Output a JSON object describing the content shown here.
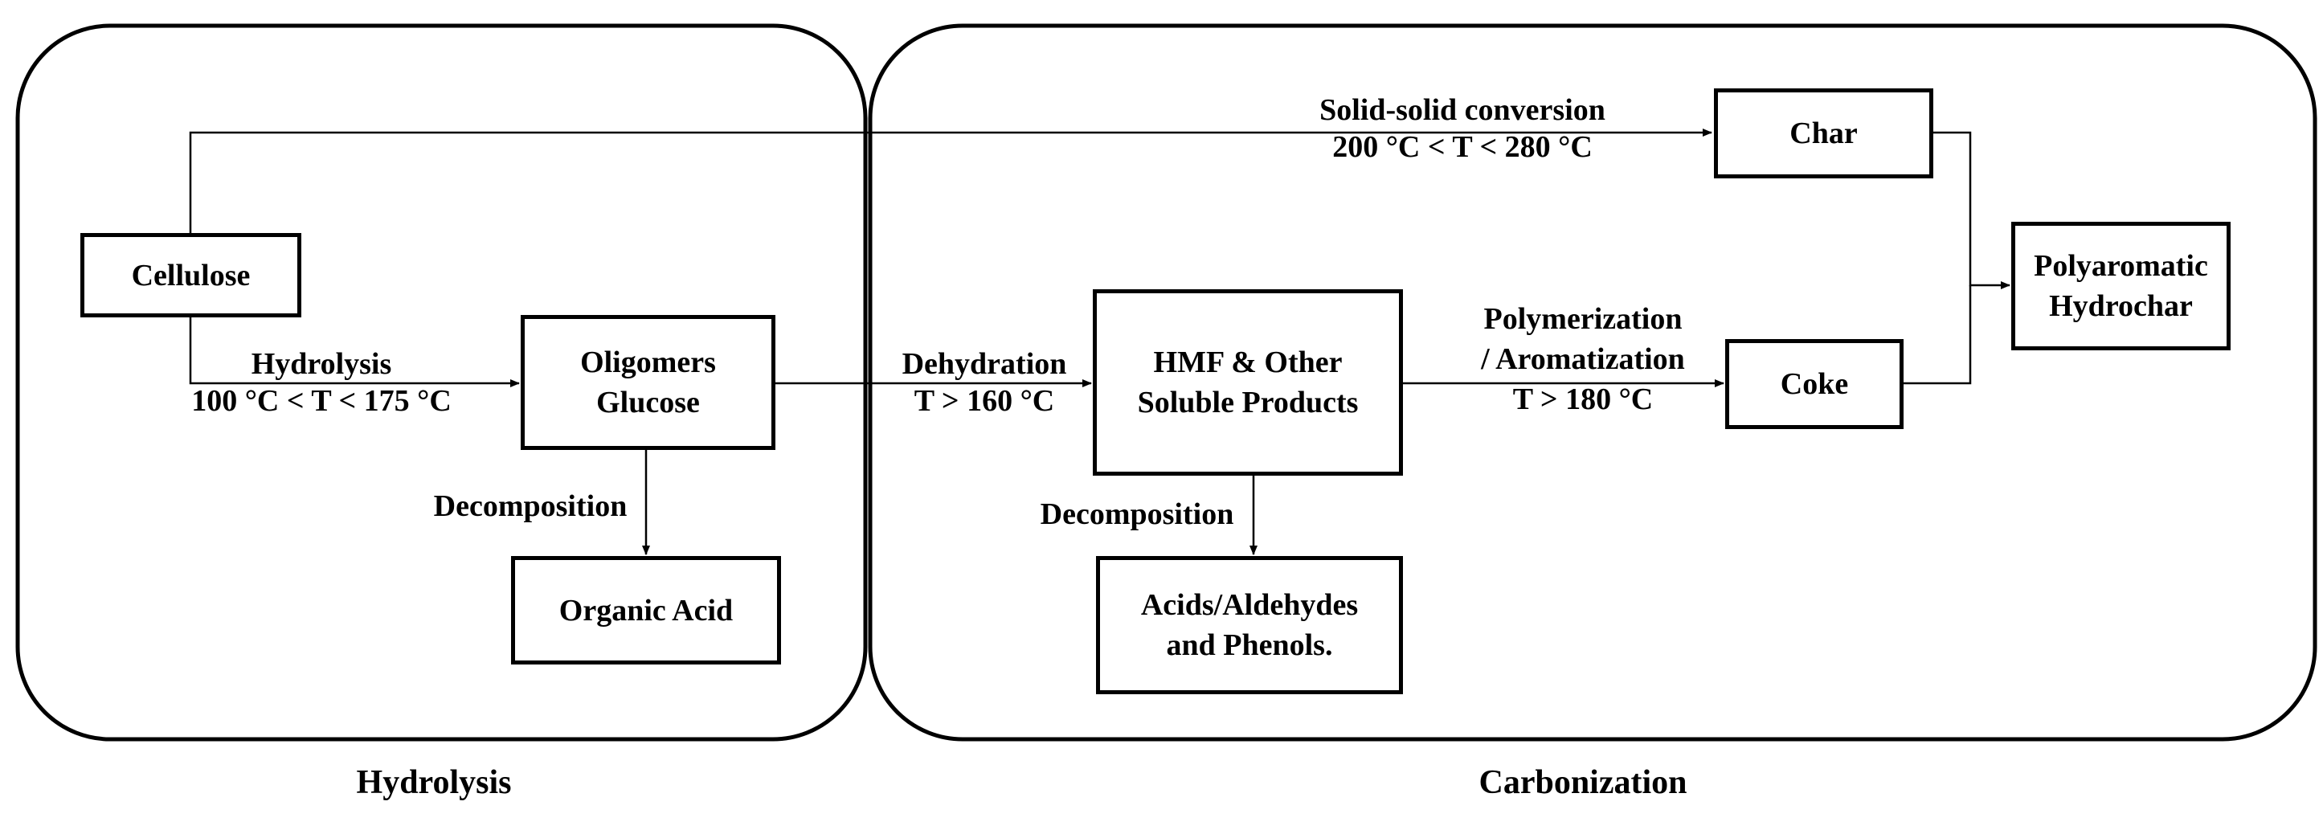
{
  "regions": {
    "hydrolysis_title": "Hydrolysis",
    "carbonization_title": "Carbonization"
  },
  "nodes": {
    "cellulose": "Cellulose",
    "oligomers_line1": "Oligomers",
    "oligomers_line2": "Glucose",
    "organic_acid": "Organic Acid",
    "hmf_line1": "HMF & Other",
    "hmf_line2": "Soluble Products",
    "acids_line1": "Acids/Aldehydes",
    "acids_line2": "and Phenols.",
    "char": "Char",
    "coke": "Coke",
    "hydrochar_line1": "Polyaromatic",
    "hydrochar_line2": "Hydrochar"
  },
  "edges": {
    "solid_solid_line1": "Solid-solid conversion",
    "solid_solid_line2": "200 °C < T < 280 °C",
    "hydrolysis_line1": "Hydrolysis",
    "hydrolysis_line2": "100 °C < T < 175 °C",
    "decomposition_1": "Decomposition",
    "dehydration_line1": "Dehydration",
    "dehydration_line2": "T > 160 °C",
    "decomposition_2": "Decomposition",
    "polymerization_line1": "Polymerization",
    "polymerization_line2": "/ Aromatization",
    "polymerization_line3": "T > 180 °C"
  }
}
